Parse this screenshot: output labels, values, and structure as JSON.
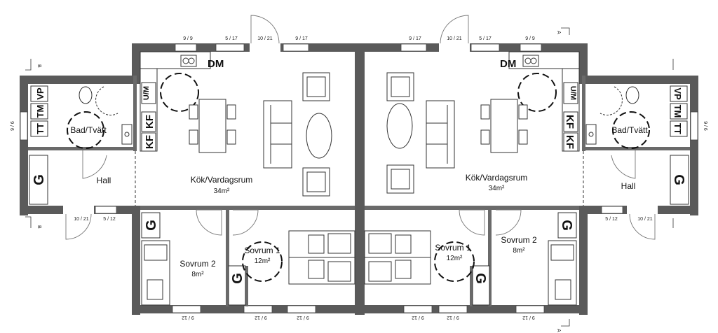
{
  "rooms": {
    "kok_left": "Kök/Vardagsrum",
    "kok_left_area": "34m²",
    "kok_right": "Kök/Vardagsrum",
    "kok_right_area": "34m²",
    "bad_left": "Bad/Tvätt",
    "bad_right": "Bad/Tvätt",
    "hall_left": "Hall",
    "hall_right": "Hall",
    "sovrum1_left": "Sovrum 1",
    "sovrum1_left_area": "12m²",
    "sovrum1_right": "Sovrum 1",
    "sovrum1_right_area": "12m²",
    "sovrum2_left": "Sovrum 2",
    "sovrum2_left_area": "8m²",
    "sovrum2_right": "Sovrum 2",
    "sovrum2_right_area": "8m²"
  },
  "fixtures": {
    "dm": "DM",
    "um": "U/M",
    "kf": "KF",
    "tt": "TT",
    "tm": "TM",
    "vp": "VP",
    "g": "G"
  },
  "window_labels": {
    "top_1": "9 / 9",
    "top_2": "5 / 17",
    "top_3": "10 / 21",
    "top_4": "9 / 17",
    "top_5": "9 / 17",
    "top_6": "10 / 21",
    "top_7": "5 / 17",
    "top_8": "9 / 9",
    "mid_left_1": "10 / 21",
    "mid_left_2": "5 / 12",
    "mid_right_1": "5 / 12",
    "mid_right_2": "10 / 21",
    "side_left": "9 / 6",
    "side_right": "9 / 6",
    "bottom_1": "9 / 12",
    "bottom_2": "9 / 12",
    "bottom_3": "9 / 12",
    "bottom_4": "9 / 12",
    "bottom_5": "9 / 12",
    "bottom_6": "9 / 12"
  },
  "section_marks": {
    "a": "A",
    "b": "B"
  }
}
